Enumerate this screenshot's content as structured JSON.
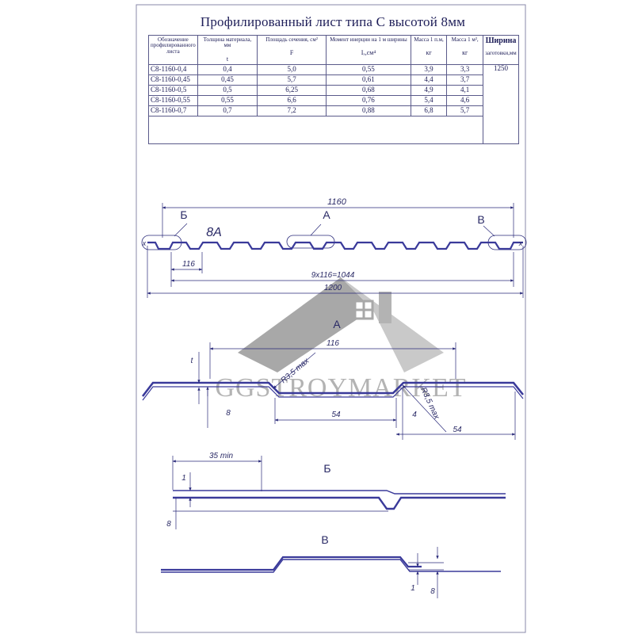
{
  "title": "Профилированный лист типа С высотой 8мм",
  "table": {
    "headers": [
      {
        "label": "Обозначение профилированного листа",
        "symbol": ""
      },
      {
        "label": "Толщина материала, мм",
        "symbol": "t"
      },
      {
        "label": "Площадь сечения, см²",
        "symbol": "F"
      },
      {
        "label": "Момент инерции на 1 м ширины",
        "symbol": "Iₓ,см⁴"
      },
      {
        "label": "Масса 1 п.м,",
        "symbol": "кг"
      },
      {
        "label": "Масса 1 м²,",
        "symbol": "кг"
      },
      {
        "label": "Ширина",
        "symbol": "заготовки,мм"
      }
    ],
    "rows": [
      [
        "С8-1160-0,4",
        "0,4",
        "5,0",
        "0,55",
        "3,9",
        "3,3"
      ],
      [
        "С8-1160-0,45",
        "0,45",
        "5,7",
        "0,61",
        "4,4",
        "3,7"
      ],
      [
        "С8-1160-0,5",
        "0,5",
        "6,25",
        "0,68",
        "4,9",
        "4,1"
      ],
      [
        "С8-1160-0,55",
        "0,55",
        "6,6",
        "0,76",
        "5,4",
        "4,6"
      ],
      [
        "С8-1160-0,7",
        "0,7",
        "7,2",
        "0,88",
        "6,8",
        "5,7"
      ]
    ],
    "blank_width": "1250"
  },
  "overview": {
    "dim_total_top": "1160",
    "callout_b": "Б",
    "callout_a": "А",
    "callout_v": "В",
    "profile_name": "8А",
    "dim_pitch": "116",
    "dim_pitches": "9х116=1044",
    "dim_total_bottom": "1200",
    "edge_mark": "x"
  },
  "detail_a": {
    "label": "А",
    "dim_pitch": "116",
    "dim_radius_1": "R3,5 max",
    "dim_radius_2": "R3,5 max",
    "dim_thickness": "t",
    "dim_height": "8",
    "dim_rib_1": "54",
    "dim_slope": "4",
    "dim_rib_2": "54"
  },
  "detail_b": {
    "label": "Б",
    "dim_overlap": "35 min",
    "dim_gap": "1",
    "dim_height": "8"
  },
  "detail_v": {
    "label": "В",
    "dim_gap": "1",
    "dim_height": "8"
  },
  "watermark": {
    "text": "GGSTROYMARKET"
  },
  "colors": {
    "line": "#2a2a7a",
    "profile": "#3a3a9a",
    "watermark": "#9a9a9a"
  }
}
